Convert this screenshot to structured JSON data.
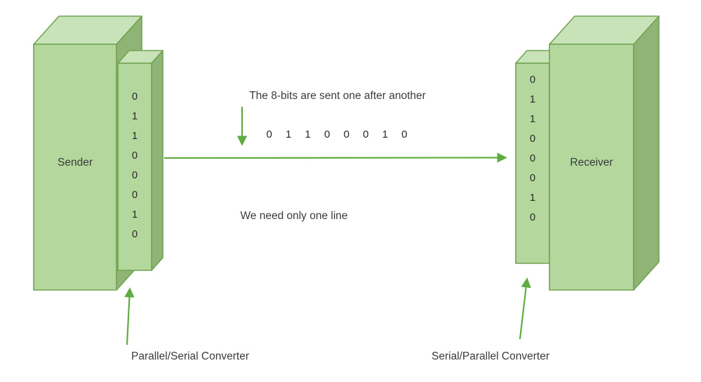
{
  "diagram": {
    "sender": {
      "label": "Sender"
    },
    "receiver": {
      "label": "Receiver"
    },
    "left_converter": {
      "bits": [
        "0",
        "1",
        "1",
        "0",
        "0",
        "0",
        "1",
        "0"
      ],
      "label": "Parallel/Serial Converter"
    },
    "right_converter": {
      "bits": [
        "0",
        "1",
        "1",
        "0",
        "0",
        "0",
        "1",
        "0"
      ],
      "label": "Serial/Parallel Converter"
    },
    "serial_stream": {
      "bits": [
        "0",
        "1",
        "1",
        "0",
        "0",
        "0",
        "1",
        "0"
      ]
    },
    "captions": {
      "top": "The 8-bits are sent one after another",
      "middle": "We need only one line"
    }
  },
  "colors": {
    "box-front": "#b4d79e",
    "box-top": "#c9e3b8",
    "box-side": "#8fb475",
    "box-stroke": "#70a350",
    "arrow": "#5fad41",
    "text": "#3b3b3b",
    "bits-text": "#262626",
    "background": "#ffffff"
  }
}
